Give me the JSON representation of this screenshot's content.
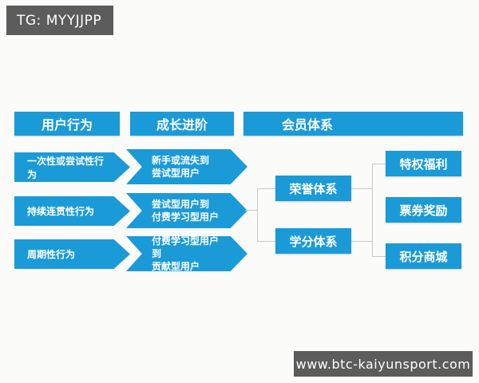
{
  "watermarks": {
    "telegram": "TG: MYYJJPP",
    "website": "www.btc-kaiyunsport.com"
  },
  "colors": {
    "accent_blue": "#1b9ad8",
    "watermark_gray": "#5c5c5c",
    "connector_gray": "#c9c9c9",
    "background": "#fbfbf9"
  },
  "diagram": {
    "headers": {
      "user_behavior": "用户行为",
      "growth": "成长进阶",
      "membership": "会员体系"
    },
    "user_behaviors": [
      {
        "label": "一次性或尝试性行为"
      },
      {
        "label": "持续连贯性行为"
      },
      {
        "label": "周期性行为"
      }
    ],
    "growth_stages": [
      {
        "line1": "新手或流失到",
        "line2": "尝试型用户"
      },
      {
        "line1": "尝试型用户到",
        "line2": "付费学习型用户"
      },
      {
        "line1": "付费学习型用户到",
        "line2": "贡献型用户"
      }
    ],
    "membership_systems": [
      {
        "label": "荣誉体系"
      },
      {
        "label": "学分体系"
      }
    ],
    "membership_benefits": [
      {
        "label": "特权福利"
      },
      {
        "label": "票券奖励"
      },
      {
        "label": "积分商城"
      }
    ]
  }
}
